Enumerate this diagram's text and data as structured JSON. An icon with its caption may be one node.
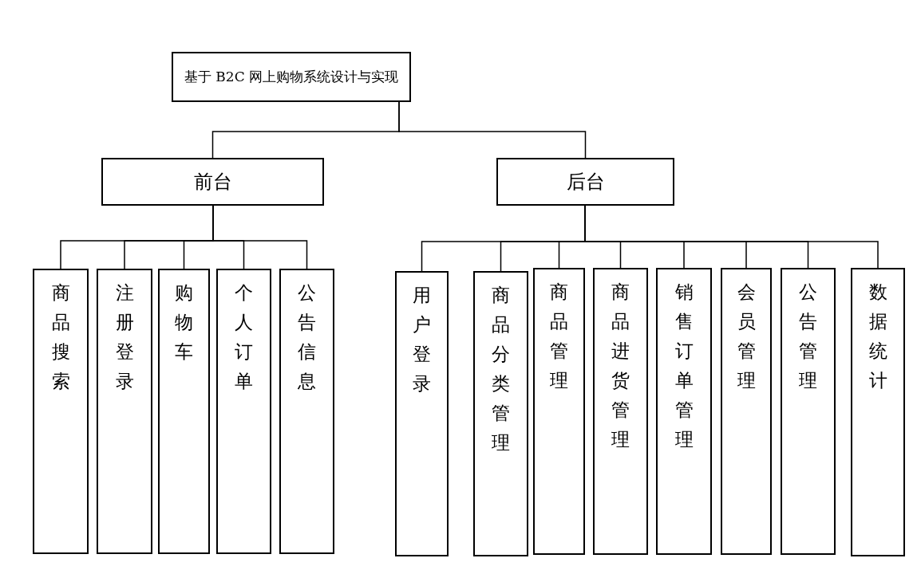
{
  "diagram": {
    "nodes": [
      {
        "text": [
          "基于 B2C 网上购物系统设计与实现"
        ]
      },
      {
        "text": [
          "前台"
        ]
      },
      {
        "text": [
          "后台"
        ]
      },
      {
        "text": [
          "商品搜索"
        ]
      },
      {
        "text": [
          "注册登录"
        ]
      },
      {
        "text": [
          "购物车"
        ]
      },
      {
        "text": [
          "个人订单"
        ]
      },
      {
        "text": [
          "公告信息"
        ]
      },
      {
        "text": [
          "用户登录"
        ]
      },
      {
        "text": [
          "商品分类管理"
        ]
      },
      {
        "text": [
          "商品管理"
        ]
      },
      {
        "text": [
          "商品进货管理"
        ]
      },
      {
        "text": [
          "销售订单管理"
        ]
      },
      {
        "text": [
          "会员管理"
        ]
      },
      {
        "text": [
          "公告管理"
        ]
      },
      {
        "text": [
          "数据统计"
        ]
      }
    ],
    "edges": [
      {
        "from": 0,
        "to": 1,
        "arrow": "none"
      },
      {
        "from": 0,
        "to": 2,
        "arrow": "none"
      },
      {
        "from": 1,
        "to": 3,
        "arrow": "none"
      },
      {
        "from": 1,
        "to": 4,
        "arrow": "none"
      },
      {
        "from": 1,
        "to": 5,
        "arrow": "none"
      },
      {
        "from": 1,
        "to": 6,
        "arrow": "none"
      },
      {
        "from": 1,
        "to": 7,
        "arrow": "none"
      },
      {
        "from": 2,
        "to": 8,
        "arrow": "none"
      },
      {
        "from": 2,
        "to": 9,
        "arrow": "none"
      },
      {
        "from": 2,
        "to": 10,
        "arrow": "none"
      },
      {
        "from": 2,
        "to": 11,
        "arrow": "none"
      },
      {
        "from": 2,
        "to": 12,
        "arrow": "none"
      },
      {
        "from": 2,
        "to": 13,
        "arrow": "none"
      },
      {
        "from": 2,
        "to": 14,
        "arrow": "none"
      },
      {
        "from": 2,
        "to": 15,
        "arrow": "none"
      }
    ]
  }
}
